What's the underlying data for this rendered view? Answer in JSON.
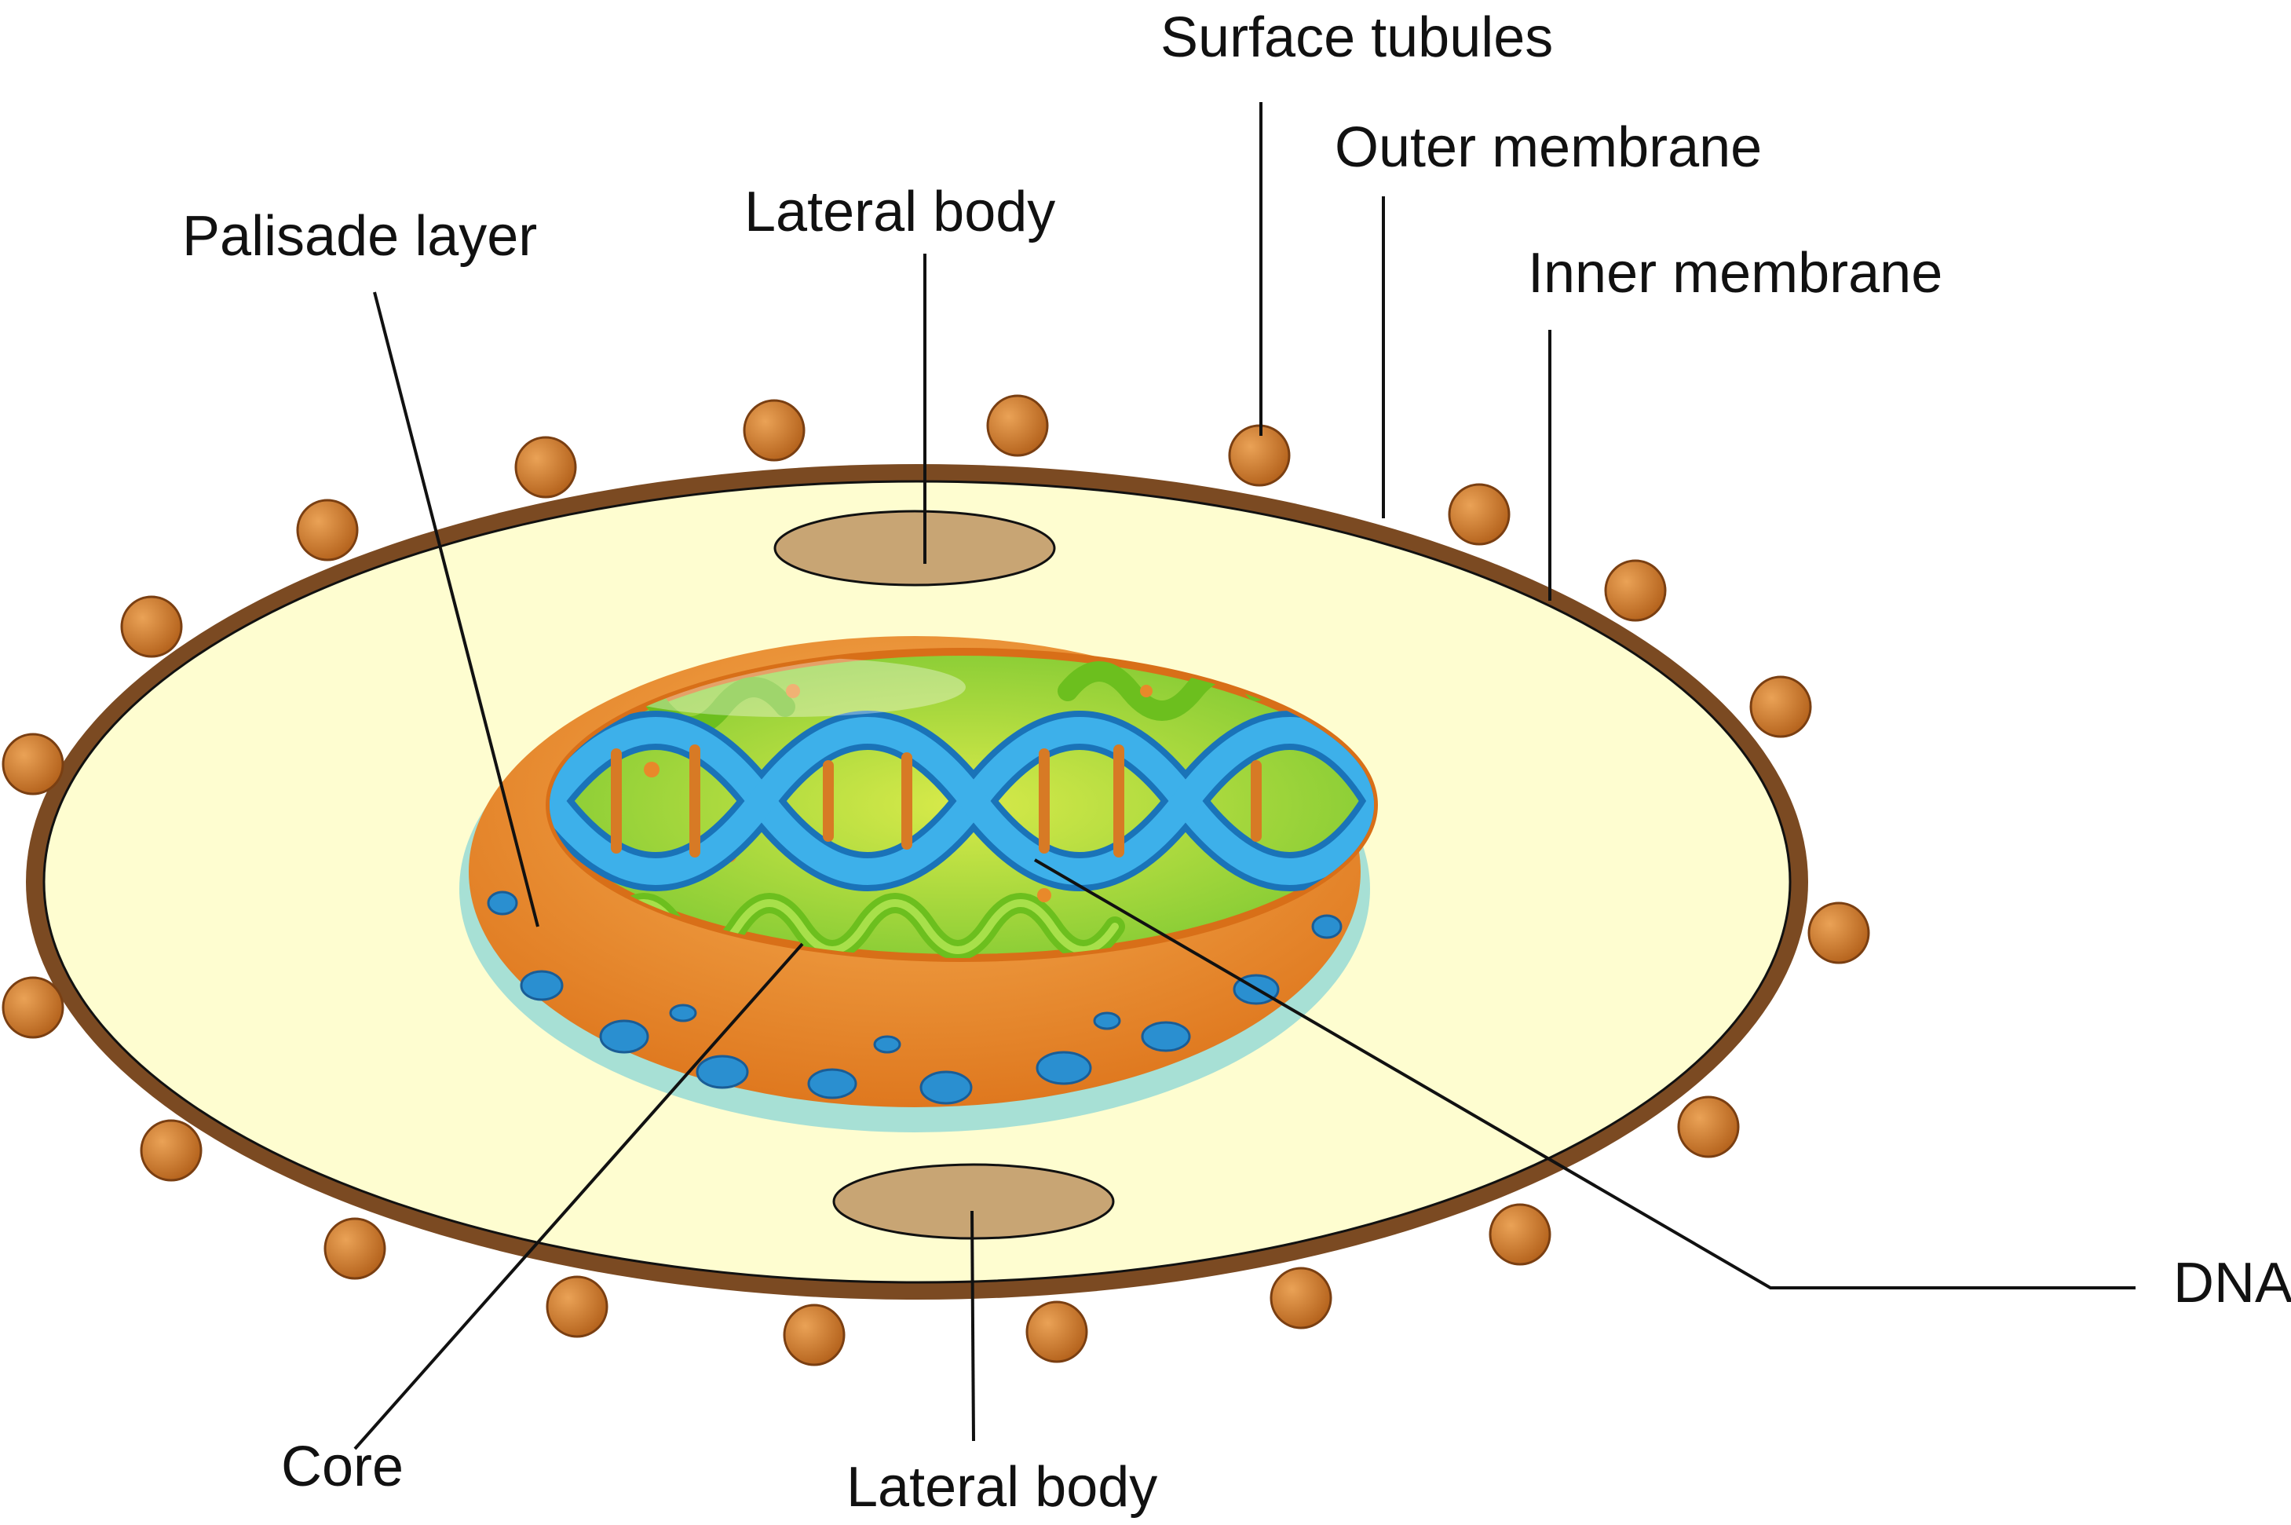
{
  "labels": {
    "surface_tubules": "Surface tubules",
    "outer_membrane": "Outer membrane",
    "inner_membrane": "Inner membrane",
    "palisade_layer": "Palisade layer",
    "lateral_body_top": "Lateral body",
    "lateral_body_bottom": "Lateral body",
    "dna": "DNA",
    "core": "Core"
  },
  "colors": {
    "outer_membrane": "#7b4a22",
    "cytoplasm": "#fefdd0",
    "lateral_body": "#c8a574",
    "surface_tubule": "#c97424",
    "core_wall": "#e7892c",
    "core_interior": "#a8d83a",
    "dna": "#2d9ad8",
    "leader_line": "#111111"
  }
}
